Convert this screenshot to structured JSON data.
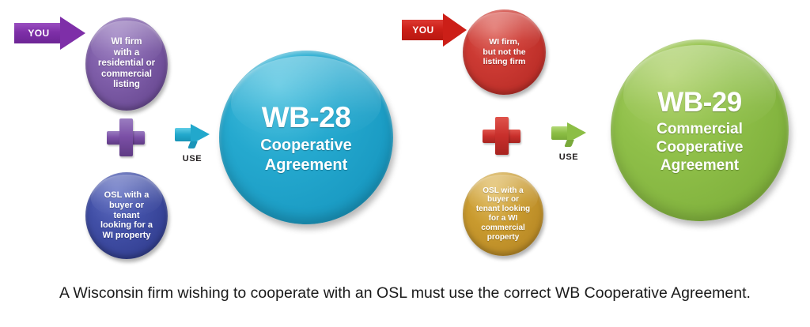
{
  "diagram": {
    "caption": "A Wisconsin firm wishing to cooperate with an OSL must use the correct WB Cooperative Agreement.",
    "colors": {
      "purple": "#7B5AA6",
      "blue": "#3A4A9E",
      "teal": "#22A8CC",
      "red": "#C9302C",
      "gold": "#C99A2E",
      "green": "#8CBE45",
      "you_arrow_left": "#7E2FA8",
      "you_arrow_right": "#CC1F18",
      "caption_text": "#1A1A1A"
    },
    "left_flow": {
      "you_label": "YOU",
      "party_circle": {
        "line1": "WI  firm",
        "line2": "with a",
        "line3": "residential or",
        "line4": "commercial",
        "line5": "listing"
      },
      "plus_symbol": "+",
      "osl_circle": {
        "line1": "OSL with a",
        "line2": "buyer or",
        "line3": "tenant",
        "line4": "looking for a",
        "line5": "WI property"
      },
      "use_label": "USE",
      "result_circle": {
        "code": "WB-28",
        "sub_line1": "Cooperative",
        "sub_line2": "Agreement"
      }
    },
    "right_flow": {
      "you_label": "YOU",
      "party_circle": {
        "line1": "WI firm,",
        "line2": "but not the",
        "line3": "listing firm"
      },
      "plus_symbol": "+",
      "osl_circle": {
        "line1": "OSL with a",
        "line2": "buyer or",
        "line3": "tenant looking",
        "line4": "for a WI",
        "line5": "commercial",
        "line6": "property"
      },
      "use_label": "USE",
      "result_circle": {
        "code": "WB-29",
        "sub_line1": "Commercial",
        "sub_line2": "Cooperative",
        "sub_line3": "Agreement"
      }
    }
  }
}
